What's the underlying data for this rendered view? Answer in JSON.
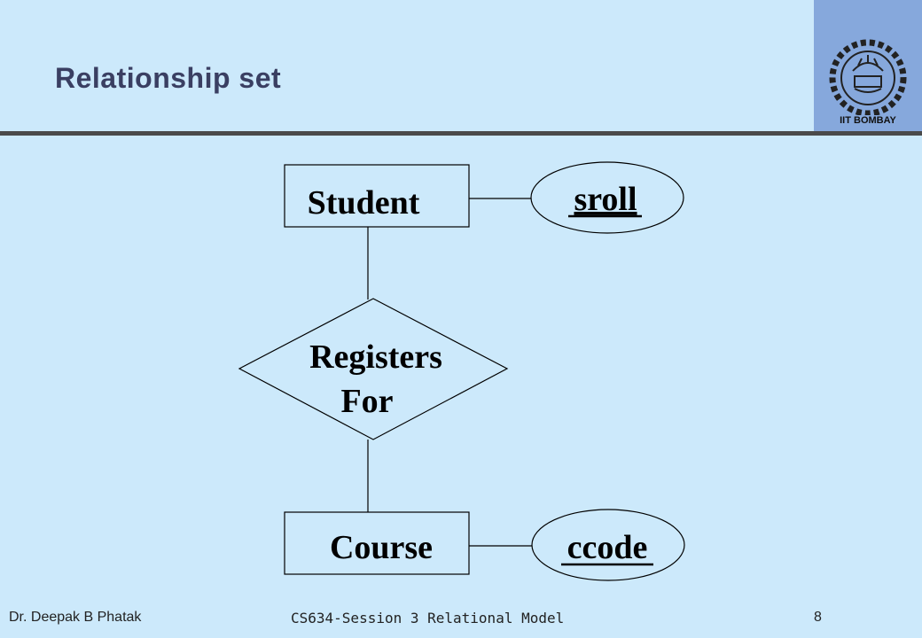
{
  "slide": {
    "title": "Relationship set",
    "logo_caption": "IIT BOMBAY",
    "footer": {
      "author": "Dr. Deepak B Phatak",
      "course": "CS634-Session 3 Relational Model",
      "page": "8"
    }
  },
  "diagram": {
    "entities": [
      "Student",
      "Course"
    ],
    "attributes": [
      "sroll",
      "ccode"
    ],
    "relationship": [
      "Registers",
      "For"
    ]
  },
  "colors": {
    "background": "#cce9fb",
    "logo_panel": "#86a8dc",
    "title": "#3a3f62"
  }
}
